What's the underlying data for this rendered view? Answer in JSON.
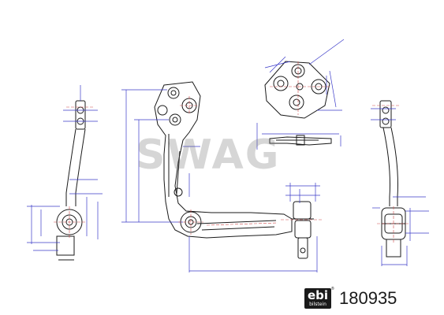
{
  "watermark": {
    "text": "SWAG"
  },
  "brand": {
    "logo_main": "ebi",
    "logo_sub": "bilstein",
    "registered": "®"
  },
  "part": {
    "number": "180935"
  },
  "colors": {
    "line": "#1a1a1a",
    "dimension": "#3a3ac8",
    "center": "#d04a4a",
    "watermark": "#9a9a9a"
  },
  "icons": {
    "logo": "ebi-bilstein-logo"
  }
}
